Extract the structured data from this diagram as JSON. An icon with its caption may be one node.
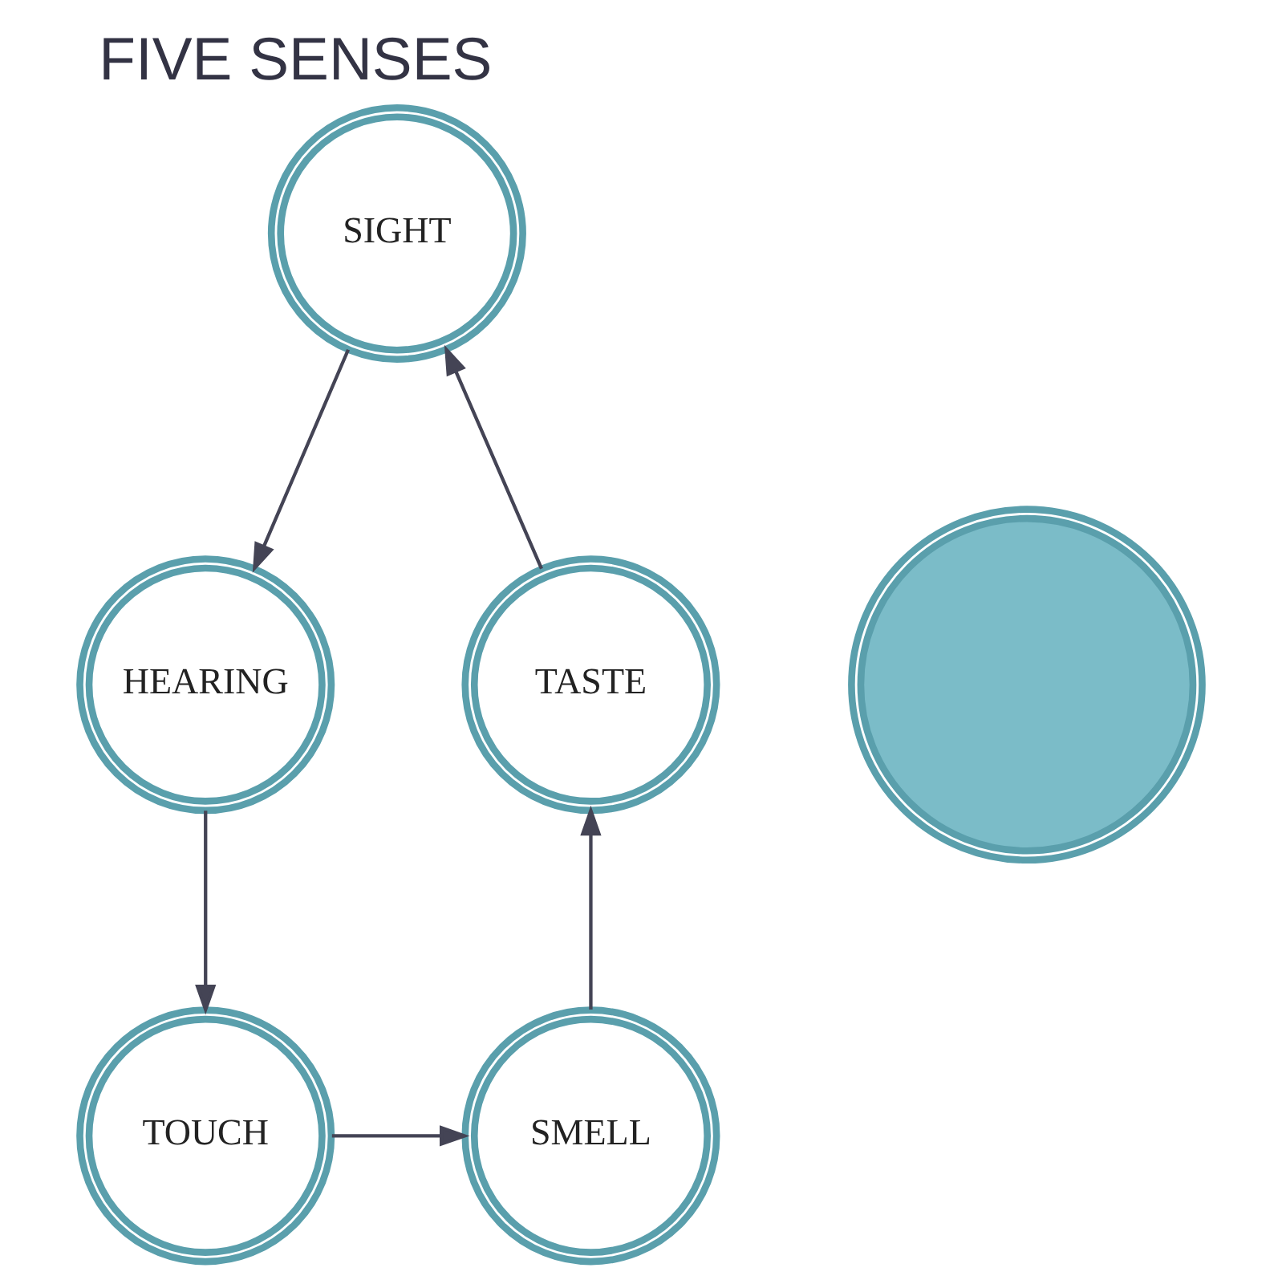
{
  "diagram": {
    "title": "FIVE SENSES",
    "nodes": [
      {
        "text": [
          "SIGHT"
        ]
      },
      {
        "text": [
          "HEARING"
        ]
      },
      {
        "text": [],
        "shape": "gear"
      },
      {
        "text": [
          "TASTE"
        ]
      },
      {
        "text": [
          "TOUCH"
        ]
      },
      {
        "text": [
          "SMELL"
        ]
      }
    ],
    "edges": [
      {
        "from": 0,
        "to": 1,
        "arrow": "to"
      },
      {
        "from": 1,
        "to": 4,
        "arrow": "to"
      },
      {
        "from": 4,
        "to": 5,
        "arrow": "to"
      },
      {
        "from": 5,
        "to": 3,
        "arrow": "to"
      },
      {
        "from": 3,
        "to": 0,
        "arrow": "to"
      }
    ]
  }
}
